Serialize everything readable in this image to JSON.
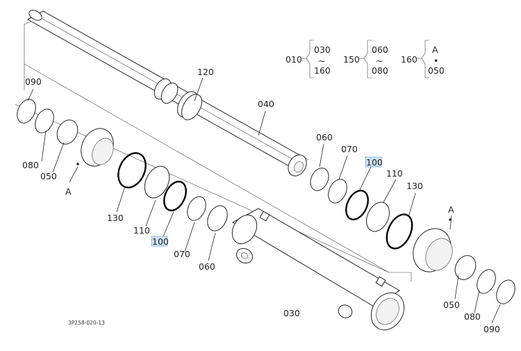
{
  "diagram_code": "3P258-020-13",
  "legend": [
    {
      "key": "010",
      "from": "030",
      "sep": "~",
      "to": "160"
    },
    {
      "key": "150",
      "from": "060",
      "sep": "~",
      "to": "080"
    },
    {
      "key": "160",
      "from": "A",
      "sep": "•",
      "to": "050"
    }
  ],
  "labels": {
    "p120": "120",
    "p040": "040",
    "p090_left": "090",
    "p080_left": "080",
    "p050_left": "050",
    "pA_left": "A",
    "p130_left": "130",
    "p110_left": "110",
    "p100_left": "100",
    "p070_left": "070",
    "p060_left": "060",
    "p030": "030",
    "p060_right": "060",
    "p070_right": "070",
    "p100_right": "100",
    "p110_right": "110",
    "p130_right": "130",
    "pA_right": "A",
    "p050_right": "050",
    "p080_right": "080",
    "p090_right": "090"
  },
  "colors": {
    "highlight": "#cfe3f7",
    "line": "#222222"
  }
}
